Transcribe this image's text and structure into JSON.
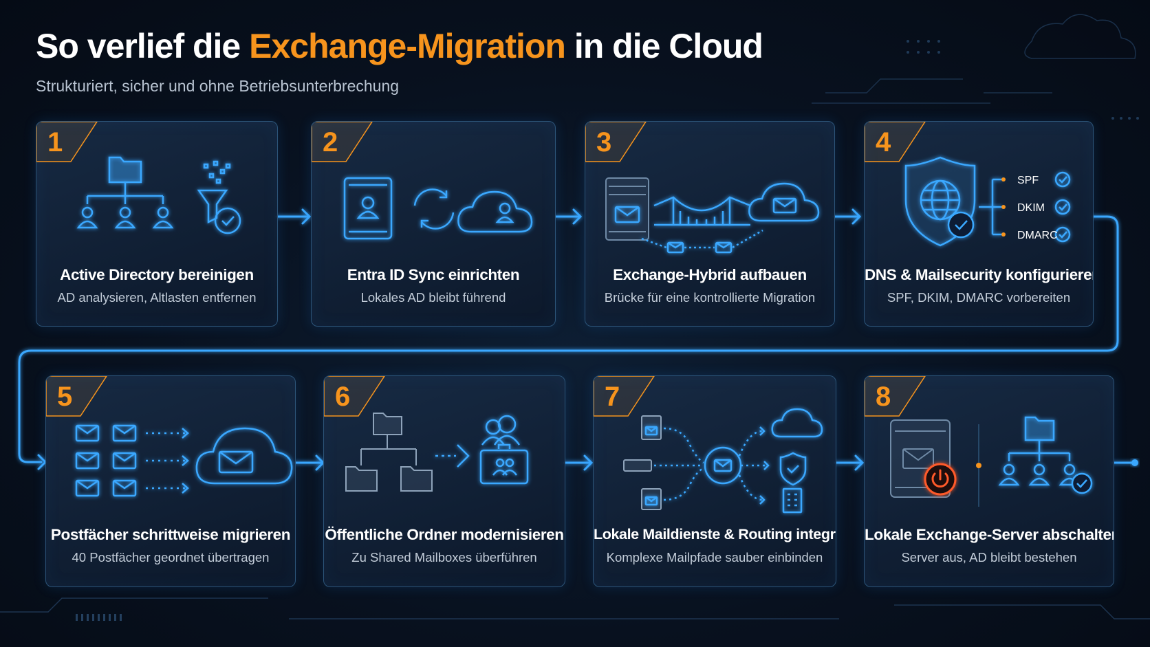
{
  "header": {
    "title_prefix": "So verlief die ",
    "title_accent": "Exchange-Migration",
    "title_suffix": " in die Cloud",
    "subtitle": "Strukturiert, sicher und ohne Betriebsunterbrechung"
  },
  "colors": {
    "accent": "#f7941d",
    "glow": "#3aa8ff",
    "card_border": "#2c5478",
    "background": "#08111f"
  },
  "steps": [
    {
      "number": "1",
      "title": "Active Directory bereinigen",
      "desc": "AD analysieren, Altlasten entfernen",
      "icon": "directory-tree-funnel-icon"
    },
    {
      "number": "2",
      "title": "Entra ID Sync einrichten",
      "desc": "Lokales AD bleibt führend",
      "icon": "server-sync-cloud-icon"
    },
    {
      "number": "3",
      "title": "Exchange-Hybrid aufbauen",
      "desc": "Brücke für eine kontrollierte Migration",
      "icon": "server-bridge-cloud-icon"
    },
    {
      "number": "4",
      "title": "DNS & Mailsecurity konfigurieren",
      "desc": "SPF, DKIM, DMARC vorbereiten",
      "icon": "shield-globe-icon",
      "checks": [
        "SPF",
        "DKIM",
        "DMARC"
      ]
    },
    {
      "number": "5",
      "title": "Postfächer schrittweise migrieren",
      "desc": "40 Postfächer geordnet übertragen",
      "icon": "mail-to-cloud-icon"
    },
    {
      "number": "6",
      "title": "Öffentliche Ordner modernisieren",
      "desc": "Zu Shared Mailboxes überführen",
      "icon": "folders-to-shared-mailbox-icon"
    },
    {
      "number": "7",
      "title": "Lokale Maildienste & Routing integrieren",
      "desc": "Komplexe Mailpfade sauber einbinden",
      "icon": "mail-routing-hub-icon"
    },
    {
      "number": "8",
      "title": "Lokale Exchange-Server abschalten",
      "desc": "Server aus, AD bleibt bestehen",
      "icon": "server-power-off-icon"
    }
  ]
}
